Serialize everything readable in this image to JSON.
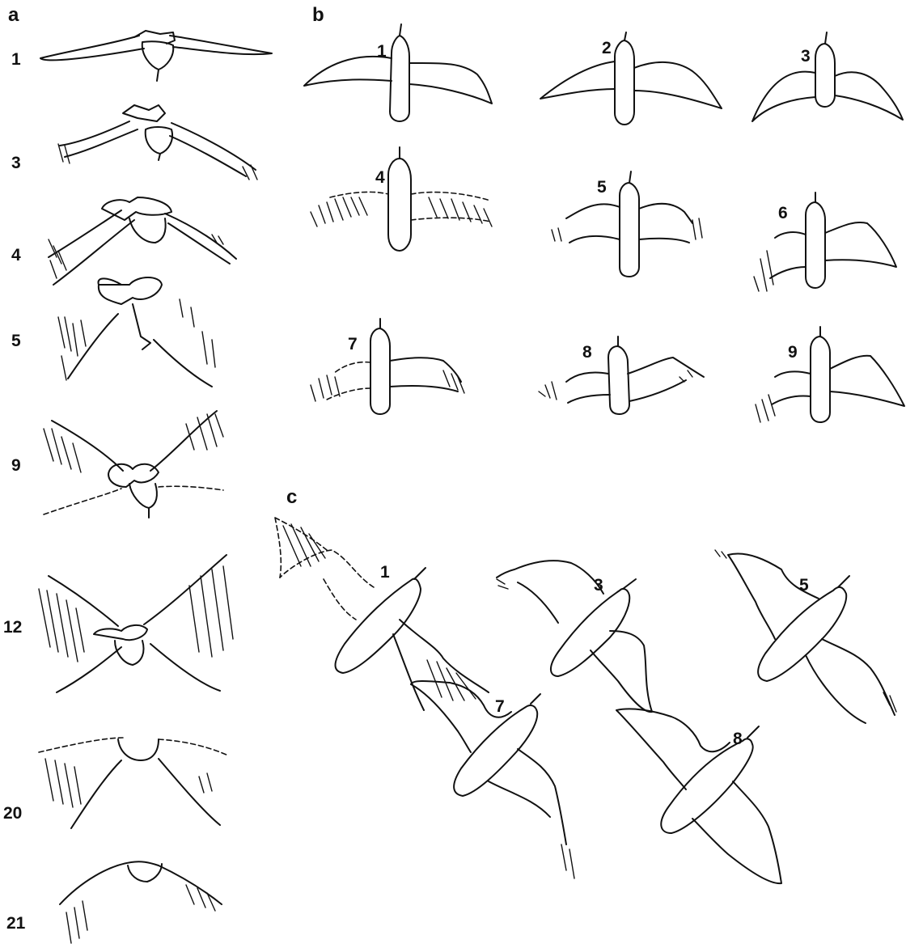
{
  "panels": {
    "a": {
      "label": "a",
      "frames": [
        "1",
        "3",
        "4",
        "5",
        "9",
        "12",
        "20",
        "21"
      ]
    },
    "b": {
      "label": "b",
      "frames": [
        "1",
        "2",
        "3",
        "4",
        "5",
        "6",
        "7",
        "8",
        "9"
      ]
    },
    "c": {
      "label": "c",
      "frames": [
        "1",
        "3",
        "5",
        "7",
        "8"
      ]
    }
  }
}
